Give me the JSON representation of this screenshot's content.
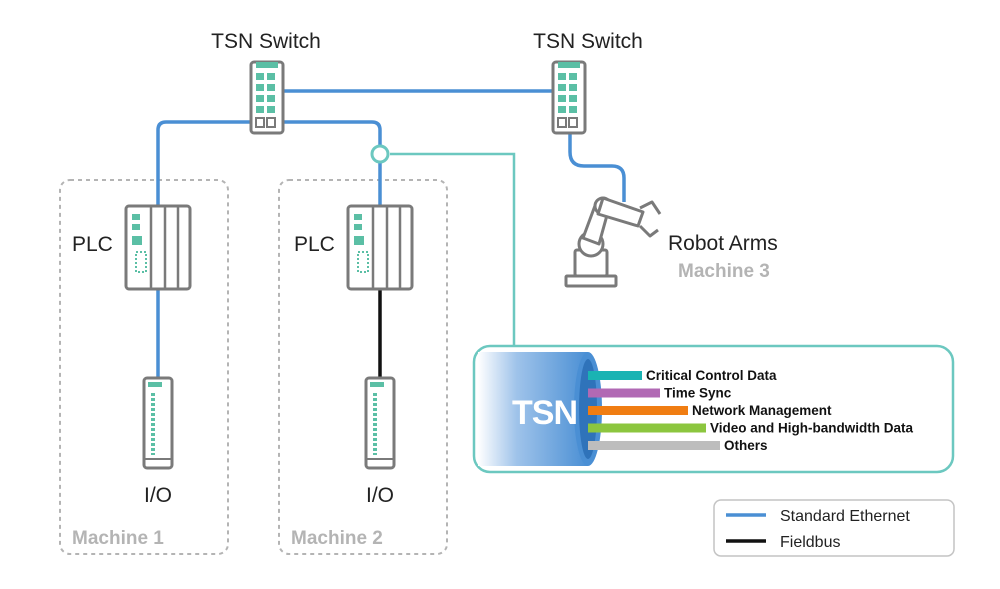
{
  "labels": {
    "switch_left": "TSN Switch",
    "switch_right": "TSN Switch",
    "plc_1": "PLC",
    "plc_2": "PLC",
    "io_1": "I/O",
    "io_2": "I/O",
    "robot": "Robot Arms",
    "machine_1": "Machine 1",
    "machine_2": "Machine 2",
    "machine_3": "Machine 3"
  },
  "tsn_callout": {
    "title": "TSN",
    "flows": [
      {
        "label": "Critical Control Data",
        "color": "#1ab3b3"
      },
      {
        "label": "Time Sync",
        "color": "#b169b4"
      },
      {
        "label": "Network Management",
        "color": "#f07d12"
      },
      {
        "label": "Video and High-bandwidth Data",
        "color": "#8cc63f"
      },
      {
        "label": "Others",
        "color": "#bdbdbd"
      }
    ]
  },
  "legend": {
    "items": [
      {
        "label": "Standard Ethernet",
        "color": "#4a8fd4"
      },
      {
        "label": "Fieldbus",
        "color": "#111111"
      }
    ]
  },
  "colors": {
    "ethernet": "#4a8fd4",
    "fieldbus": "#111111",
    "teal": "#6cc8c0",
    "device_gray": "#7a7a7a",
    "led_green": "#5bbfa5",
    "machine_border": "#b4b4b4"
  }
}
